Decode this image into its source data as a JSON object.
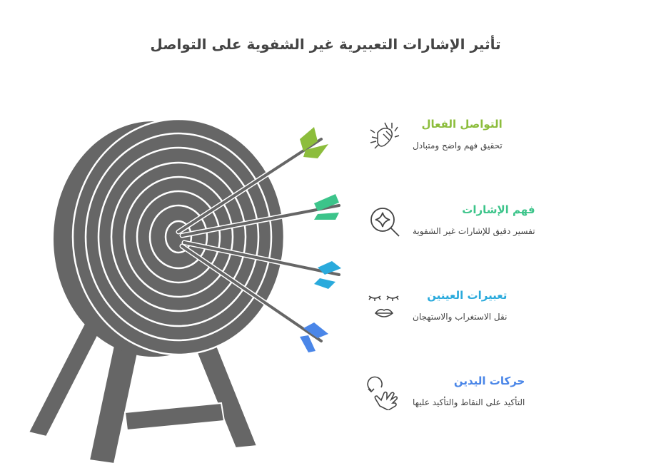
{
  "title": "تأثير الإشارات التعبيرية غير الشفوية على التواصل",
  "items": [
    {
      "heading": "التواصل الفعال",
      "desc": "تحقيق فهم واضح ومتبادل",
      "color": "#8cbd3c",
      "icon": "handshake-icon"
    },
    {
      "heading": "فهم الإشارات",
      "desc": "تفسير دقيق للإشارات غير الشفوية",
      "color": "#3cc48a",
      "icon": "magnifier-sparkle-icon"
    },
    {
      "heading": "تعبيرات العينين",
      "desc": "نقل الاستغراب والاستهجان",
      "color": "#2aaadc",
      "icon": "eyes-lips-icon"
    },
    {
      "heading": "حركات اليدين",
      "desc": "التأكيد على النقاط والتأكيد عليها",
      "color": "#4a86e8",
      "icon": "hand-wave-icon"
    }
  ]
}
